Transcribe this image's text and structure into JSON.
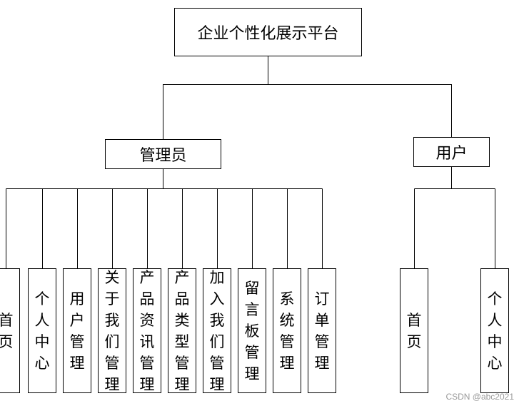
{
  "diagram": {
    "root": {
      "label": "企业个性化展示平台"
    },
    "groups": [
      {
        "key": "admin",
        "label": "管理员",
        "children": [
          "首页",
          "个人中心",
          "用户管理",
          "关于我们管理",
          "产品资讯管理",
          "产品类型管理",
          "加入我们管理",
          "留言板管理",
          "系统管理",
          "订单管理"
        ]
      },
      {
        "key": "user",
        "label": "用户",
        "children": [
          "首页",
          "个人中心"
        ]
      }
    ]
  },
  "watermark": "CSDN @abc2021",
  "colors": {
    "line": "#000000",
    "background": "#ffffff",
    "watermark": "#9a9a9a"
  }
}
